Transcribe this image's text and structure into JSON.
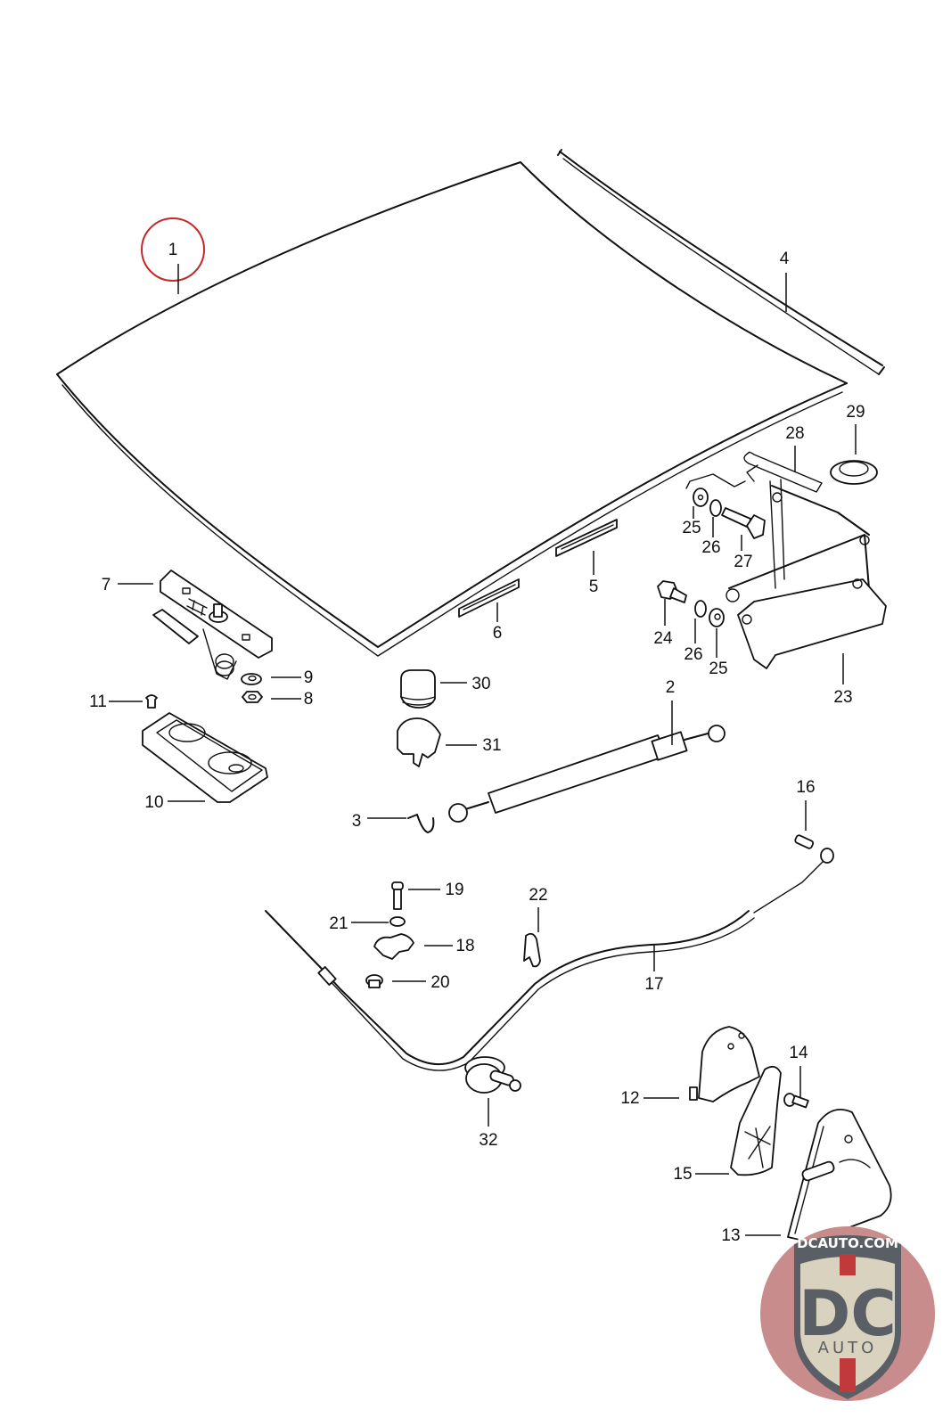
{
  "diagram": {
    "type": "exploded parts diagram",
    "subject": "front hood (bonnet) assembly with hinges, gas strut, latch and release cable",
    "highlighted_part": "1",
    "highlight_color": "#c62828",
    "parts": [
      {
        "id": "1",
        "label": "1",
        "depicts": "hood panel"
      },
      {
        "id": "2",
        "label": "2",
        "depicts": "gas strut"
      },
      {
        "id": "3",
        "label": "3",
        "depicts": "retaining clip"
      },
      {
        "id": "4",
        "label": "4",
        "depicts": "seal strip"
      },
      {
        "id": "5",
        "label": "5",
        "depicts": "pad strip"
      },
      {
        "id": "6",
        "label": "6",
        "depicts": "pad strip"
      },
      {
        "id": "7",
        "label": "7",
        "depicts": "hood lock"
      },
      {
        "id": "8",
        "label": "8",
        "depicts": "nut"
      },
      {
        "id": "9",
        "label": "9",
        "depicts": "washer"
      },
      {
        "id": "10",
        "label": "10",
        "depicts": "lock base plate"
      },
      {
        "id": "11",
        "label": "11",
        "depicts": "rivet"
      },
      {
        "id": "12",
        "label": "12",
        "depicts": "bracket"
      },
      {
        "id": "13",
        "label": "13",
        "depicts": "release lever housing"
      },
      {
        "id": "14",
        "label": "14",
        "depicts": "screw"
      },
      {
        "id": "15",
        "label": "15",
        "depicts": "lever"
      },
      {
        "id": "16",
        "label": "16",
        "depicts": "pin"
      },
      {
        "id": "17",
        "label": "17",
        "depicts": "release cable"
      },
      {
        "id": "18",
        "label": "18",
        "depicts": "cable clamp"
      },
      {
        "id": "19",
        "label": "19",
        "depicts": "screw"
      },
      {
        "id": "20",
        "label": "20",
        "depicts": "grommet"
      },
      {
        "id": "21",
        "label": "21",
        "depicts": "washer"
      },
      {
        "id": "22",
        "label": "22",
        "depicts": "cable clip"
      },
      {
        "id": "23",
        "label": "23",
        "depicts": "hinge"
      },
      {
        "id": "24",
        "label": "24",
        "depicts": "bolt"
      },
      {
        "id": "25",
        "label": "25",
        "depicts": "washer"
      },
      {
        "id": "26",
        "label": "26",
        "depicts": "lock washer"
      },
      {
        "id": "27",
        "label": "27",
        "depicts": "bolt"
      },
      {
        "id": "28",
        "label": "28",
        "depicts": "hinge spring"
      },
      {
        "id": "29",
        "label": "29",
        "depicts": "grommet"
      },
      {
        "id": "30",
        "label": "30",
        "depicts": "cap"
      },
      {
        "id": "31",
        "label": "31",
        "depicts": "cap"
      },
      {
        "id": "32",
        "label": "32",
        "depicts": "cable knob"
      }
    ],
    "duplicate_labels": {
      "25b": "25",
      "26b": "26"
    }
  },
  "watermark": {
    "top_text": "DCAUTO.COM",
    "main_text": "DC",
    "sub_text": "AUTO",
    "colors": {
      "circle": "#c98c8c",
      "shield": "#d9d2bf",
      "letters": "#5a5f66",
      "stripe": "#c0393b"
    }
  }
}
